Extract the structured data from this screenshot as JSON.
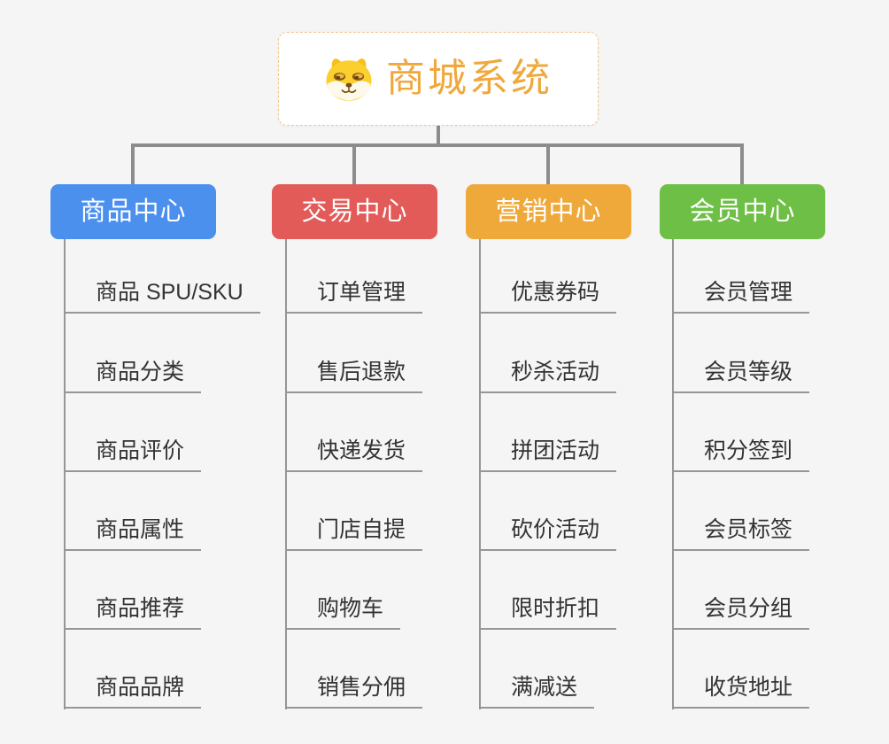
{
  "page": {
    "background_color": "#F5F5F5",
    "connector_color": "#8C8C8C",
    "line_color": "#969696",
    "leaf_text_color": "#333333"
  },
  "root": {
    "title": "商城系统",
    "icon": "shiba-dog-icon",
    "title_color": "#F0A83C",
    "border_color": "#F2C489"
  },
  "branches": [
    {
      "label": "商品中心",
      "color": "#4B90ED",
      "items": [
        {
          "label": "商品 SPU/SKU"
        },
        {
          "label": "商品分类"
        },
        {
          "label": "商品评价"
        },
        {
          "label": "商品属性"
        },
        {
          "label": "商品推荐"
        },
        {
          "label": "商品品牌"
        }
      ]
    },
    {
      "label": "交易中心",
      "color": "#E25B58",
      "items": [
        {
          "label": "订单管理"
        },
        {
          "label": "售后退款"
        },
        {
          "label": "快递发货"
        },
        {
          "label": "门店自提"
        },
        {
          "label": "购物车"
        },
        {
          "label": "销售分佣"
        }
      ]
    },
    {
      "label": "营销中心",
      "color": "#EFA93B",
      "items": [
        {
          "label": "优惠券码"
        },
        {
          "label": "秒杀活动"
        },
        {
          "label": "拼团活动"
        },
        {
          "label": "砍价活动"
        },
        {
          "label": "限时折扣"
        },
        {
          "label": "满减送"
        }
      ]
    },
    {
      "label": "会员中心",
      "color": "#6DBF45",
      "items": [
        {
          "label": "会员管理"
        },
        {
          "label": "会员等级"
        },
        {
          "label": "积分签到"
        },
        {
          "label": "会员标签"
        },
        {
          "label": "会员分组"
        },
        {
          "label": "收货地址"
        }
      ]
    }
  ]
}
